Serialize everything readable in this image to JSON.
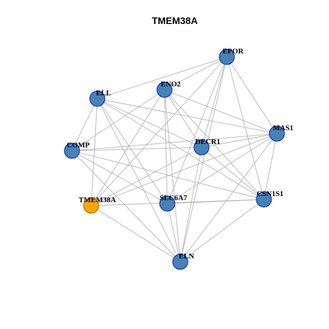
{
  "graph": {
    "title": "TMEM38A",
    "colors": {
      "node_fill": "#4682B4",
      "node_stroke": "#1A2ECC",
      "focus_fill": "#FFA500",
      "focus_stroke": "#B36B00",
      "edge": "#B3B3B3"
    },
    "nodes": [
      {
        "id": "EPOR",
        "label": "EPOR",
        "focus": false
      },
      {
        "id": "ENO2",
        "label": "ENO2",
        "focus": false
      },
      {
        "id": "ELL",
        "label": "ELL",
        "focus": false
      },
      {
        "id": "MAS1",
        "label": "MAS1",
        "focus": false
      },
      {
        "id": "DECR1",
        "label": "DECR1",
        "focus": false
      },
      {
        "id": "COMP",
        "label": "COMP",
        "focus": false
      },
      {
        "id": "CSN1S1",
        "label": "CSN1S1",
        "focus": false
      },
      {
        "id": "TMEM38A",
        "label": "TMEM38A",
        "focus": true
      },
      {
        "id": "SLC6A7",
        "label": "SLC6A7",
        "focus": false
      },
      {
        "id": "ELN",
        "label": "ELN",
        "focus": false
      }
    ],
    "edges": [
      [
        "EPOR",
        "ENO2"
      ],
      [
        "EPOR",
        "ELL"
      ],
      [
        "EPOR",
        "MAS1"
      ],
      [
        "EPOR",
        "DECR1"
      ],
      [
        "EPOR",
        "CSN1S1"
      ],
      [
        "EPOR",
        "TMEM38A"
      ],
      [
        "EPOR",
        "SLC6A7"
      ],
      [
        "EPOR",
        "ELN"
      ],
      [
        "ENO2",
        "COMP"
      ],
      [
        "ENO2",
        "DECR1"
      ],
      [
        "ENO2",
        "MAS1"
      ],
      [
        "ENO2",
        "CSN1S1"
      ],
      [
        "ENO2",
        "SLC6A7"
      ],
      [
        "ENO2",
        "TMEM38A"
      ],
      [
        "ENO2",
        "ELN"
      ],
      [
        "ELL",
        "MAS1"
      ],
      [
        "ELL",
        "DECR1"
      ],
      [
        "ELL",
        "COMP"
      ],
      [
        "ELL",
        "CSN1S1"
      ],
      [
        "ELL",
        "SLC6A7"
      ],
      [
        "ELL",
        "TMEM38A"
      ],
      [
        "ELL",
        "ELN"
      ],
      [
        "COMP",
        "DECR1"
      ],
      [
        "COMP",
        "MAS1"
      ],
      [
        "COMP",
        "CSN1S1"
      ],
      [
        "COMP",
        "SLC6A7"
      ],
      [
        "COMP",
        "ELN"
      ],
      [
        "DECR1",
        "MAS1"
      ],
      [
        "DECR1",
        "TMEM38A"
      ],
      [
        "DECR1",
        "CSN1S1"
      ],
      [
        "DECR1",
        "ELN"
      ],
      [
        "MAS1",
        "CSN1S1"
      ],
      [
        "MAS1",
        "SLC6A7"
      ],
      [
        "MAS1",
        "TMEM38A"
      ],
      [
        "MAS1",
        "ELN"
      ],
      [
        "TMEM38A",
        "CSN1S1"
      ],
      [
        "TMEM38A",
        "ELN"
      ],
      [
        "SLC6A7",
        "CSN1S1"
      ],
      [
        "SLC6A7",
        "ELN"
      ],
      [
        "CSN1S1",
        "ELN"
      ]
    ]
  }
}
